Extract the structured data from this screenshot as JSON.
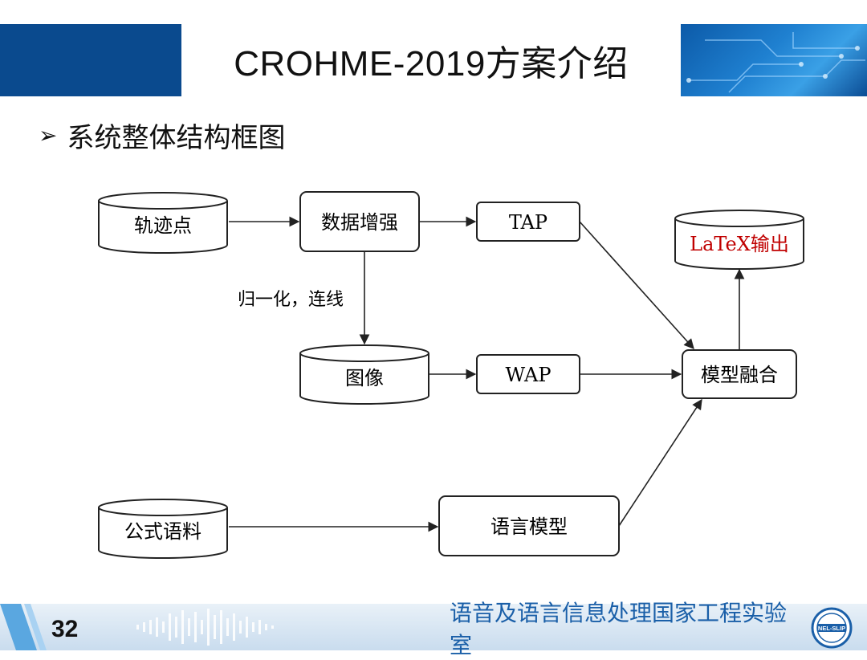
{
  "title": "CROHME-2019方案介绍",
  "subtitle": {
    "bullet": "➢",
    "text": "系统整体结构框图"
  },
  "diagram": {
    "nodes": {
      "trajectory": "轨迹点",
      "augment": "数据增强",
      "tap": "TAP",
      "latex": "LaTeX输出",
      "image": "图像",
      "wap": "WAP",
      "fusion": "模型融合",
      "corpus": "公式语料",
      "lm": "语言模型"
    },
    "edge_label": "归一化，连线",
    "colors": {
      "latex_text": "#c00000",
      "stroke": "#222222"
    }
  },
  "footer": {
    "page_number": "32",
    "lab_name": "语音及语言信息处理国家工程实验室",
    "logo_text": "NEL-SLIP",
    "brand_color": "#1a5fa8"
  }
}
